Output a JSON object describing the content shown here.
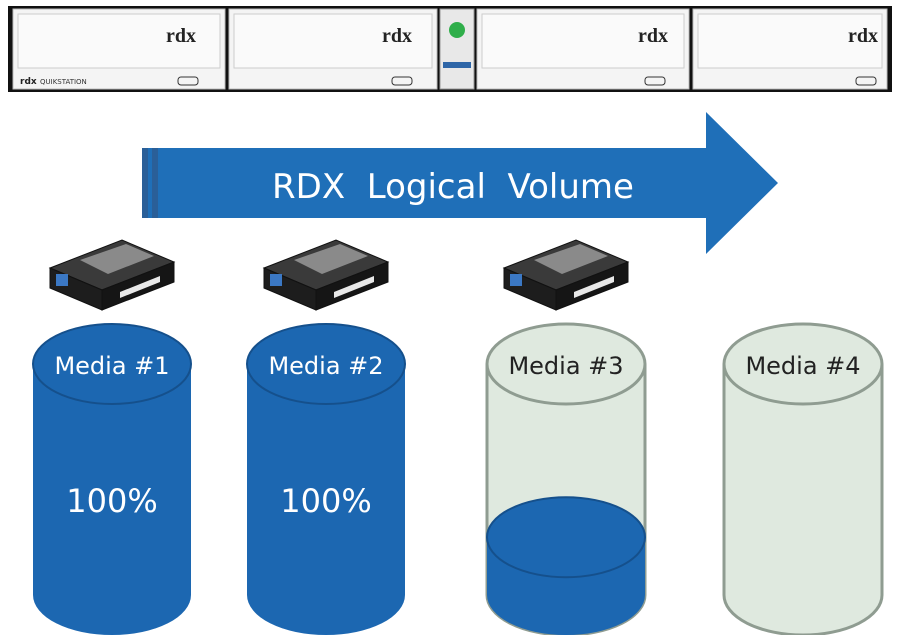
{
  "device": {
    "slots": [
      {
        "logo": "rdx"
      },
      {
        "logo": "rdx"
      },
      {
        "logo": "rdx"
      },
      {
        "logo": "rdx"
      }
    ],
    "brand_prefix": "rdx",
    "brand_name": "QUIKSTATION",
    "led_color": "#2fae4a"
  },
  "arrow": {
    "label": "RDX  Logical  Volume",
    "color": "#1f6fb8"
  },
  "media": [
    {
      "label": "Media #1",
      "fill_text": "100%",
      "fill": 1.0,
      "has_cartridge": true
    },
    {
      "label": "Media #2",
      "fill_text": "100%",
      "fill": 1.0,
      "has_cartridge": true
    },
    {
      "label": "Media #3",
      "fill_text": "",
      "fill": 0.25,
      "has_cartridge": true
    },
    {
      "label": "Media #4",
      "fill_text": "",
      "fill": 0.0,
      "has_cartridge": false
    }
  ],
  "colors": {
    "full_blue": "#1c67b1",
    "full_blue_dark": "#15508c",
    "empty_green": "#dfe9df",
    "empty_stroke": "#8f9c91"
  }
}
